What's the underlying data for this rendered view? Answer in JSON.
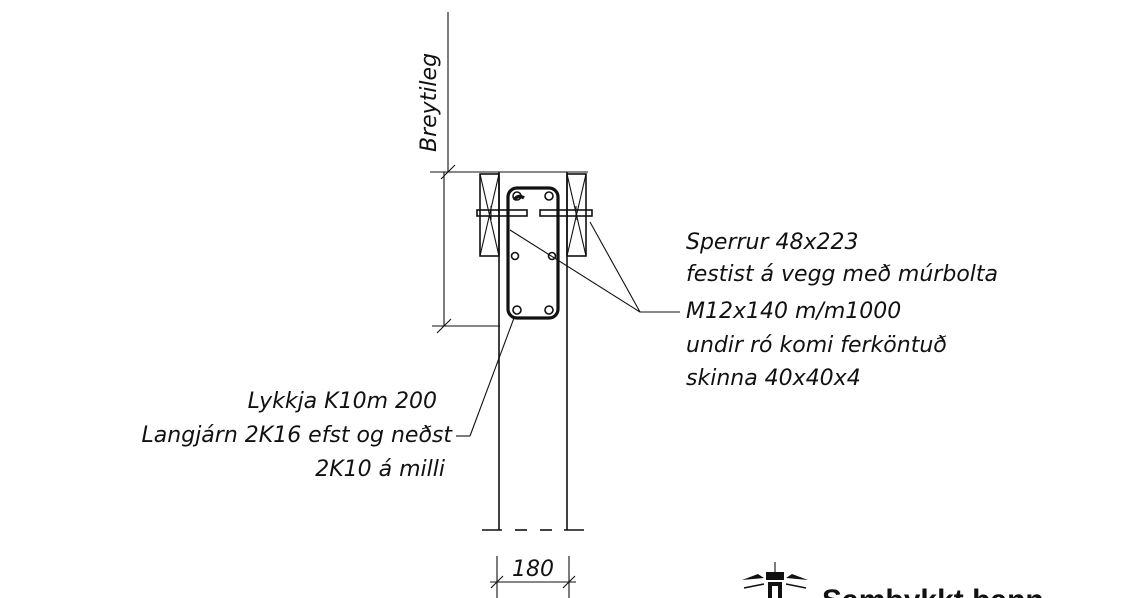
{
  "wall_height_label": "Breytileg",
  "rafter_note": {
    "lines": [
      "Sperrur 48x223",
      "festist á vegg með múrbolta",
      "M12x140 m/m1000",
      "undir ró komi ferköntuð",
      "skinna 40x40x4"
    ]
  },
  "rebar_note": {
    "lines": [
      "Lykkja K10m 200",
      "Langjárn 2K16 efst og neðst",
      "2K10 á milli"
    ]
  },
  "wall_width_dimension": "180",
  "approval_stamp": {
    "text": "Samþykkt þann",
    "icon": "building-crest-icon"
  }
}
